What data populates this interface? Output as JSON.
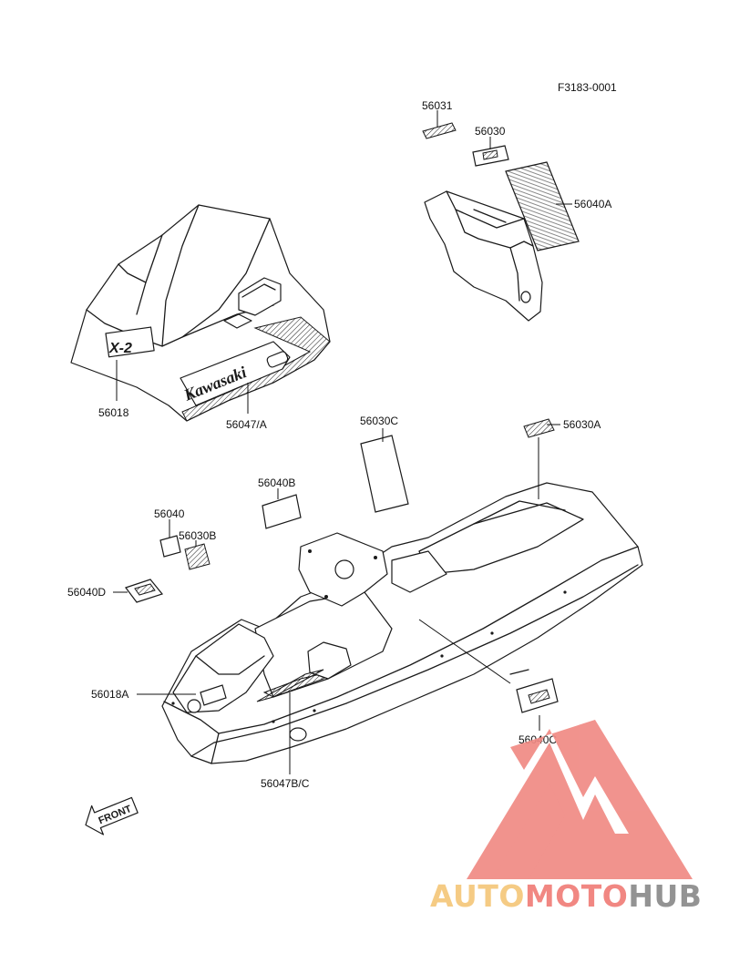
{
  "diagram": {
    "ref_code": "F3183-0001",
    "labels": {
      "p56031": "56031",
      "p56030": "56030",
      "p56040A": "56040A",
      "p56018": "56018",
      "p56047A": "56047/A",
      "p56030C": "56030C",
      "p56030A": "56030A",
      "p56040B": "56040B",
      "p56040": "56040",
      "p56030B": "56030B",
      "p56040D": "56040D",
      "p56018A": "56018A",
      "p56040C": "56040C",
      "p56047BC": "56047B/C"
    },
    "front_arrow": "FRONT",
    "hood_brand": "Kawasaki",
    "hood_model": "X-2"
  },
  "watermark": {
    "part1": "AUTO",
    "part2": "MOTO",
    "part3": "HUB",
    "colors": {
      "triangle": "#f08a84",
      "auto": "#f5c77a",
      "moto": "#f07d78",
      "hub": "#8a8a8a"
    }
  }
}
